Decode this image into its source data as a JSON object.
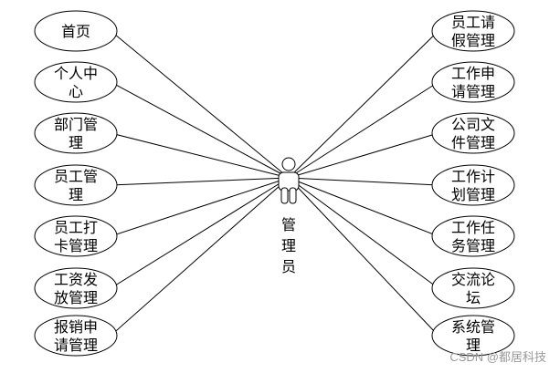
{
  "actor": {
    "label_lines": [
      "管",
      "理",
      "员"
    ]
  },
  "use_cases_left": [
    {
      "lines": [
        "首页"
      ]
    },
    {
      "lines": [
        "个人中",
        "心"
      ]
    },
    {
      "lines": [
        "部门管",
        "理"
      ]
    },
    {
      "lines": [
        "员工管",
        "理"
      ]
    },
    {
      "lines": [
        "员工打",
        "卡管理"
      ]
    },
    {
      "lines": [
        "工资发",
        "放管理"
      ]
    },
    {
      "lines": [
        "报销申",
        "请管理"
      ]
    }
  ],
  "use_cases_right": [
    {
      "lines": [
        "员工请",
        "假管理"
      ]
    },
    {
      "lines": [
        "工作申",
        "请管理"
      ]
    },
    {
      "lines": [
        "公司文",
        "件管理"
      ]
    },
    {
      "lines": [
        "工作计",
        "划管理"
      ]
    },
    {
      "lines": [
        "工作任",
        "务管理"
      ]
    },
    {
      "lines": [
        "交流论",
        "坛"
      ]
    },
    {
      "lines": [
        "系统管",
        "理"
      ]
    }
  ],
  "watermark": "CSDN @都居科技"
}
